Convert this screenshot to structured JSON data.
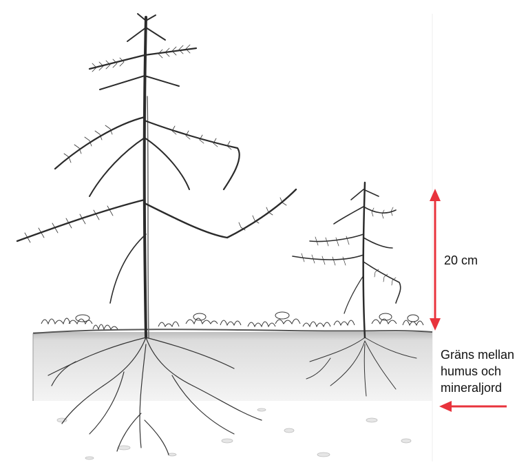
{
  "annotations": {
    "scale_label": "20 cm",
    "boundary_label_lines": [
      "Gräns mellan",
      "humus och",
      "mineraljord"
    ]
  },
  "colors": {
    "arrow": "#e8333c",
    "ink": "#2b2b2b",
    "soil_shade": "#d9d9d9"
  },
  "figure": {
    "subjects": [
      "large-spruce-seedling",
      "small-spruce-seedling"
    ],
    "icons": [
      "scale-arrow-icon",
      "boundary-arrow-icon"
    ]
  }
}
